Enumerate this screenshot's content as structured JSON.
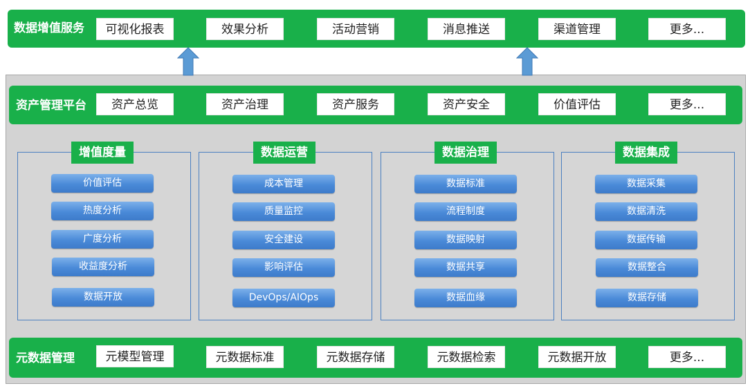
{
  "top_band": {
    "title": "数据增值服务",
    "items": [
      "可视化报表",
      "效果分析",
      "活动营销",
      "消息推送",
      "渠道管理",
      "更多..."
    ]
  },
  "mid_band": {
    "title": "资产管理平台",
    "items": [
      "资产总览",
      "资产治理",
      "资产服务",
      "资产安全",
      "价值评估",
      "更多..."
    ]
  },
  "bottom_band": {
    "title": "元数据管理",
    "items": [
      "元模型管理",
      "元数据标准",
      "元数据存储",
      "元数据检索",
      "元数据开放",
      "更多..."
    ]
  },
  "groups": [
    {
      "title": "增值度量",
      "items": [
        "价值评估",
        "热度分析",
        "广度分析",
        "收益度分析",
        "数据开放"
      ]
    },
    {
      "title": "数据运营",
      "items": [
        "成本管理",
        "质量监控",
        "安全建设",
        "影响评估",
        "DevOps/AIOps"
      ]
    },
    {
      "title": "数据治理",
      "items": [
        "数据标准",
        "流程制度",
        "数据映射",
        "数据共享",
        "数据血缘"
      ]
    },
    {
      "title": "数据集成",
      "items": [
        "数据采集",
        "数据清洗",
        "数据传输",
        "数据整合",
        "数据存储"
      ]
    }
  ],
  "colors": {
    "band_green": "#19b04a",
    "pill_blue": "#4a8ad8",
    "arrow_blue": "#5b9bd5"
  }
}
